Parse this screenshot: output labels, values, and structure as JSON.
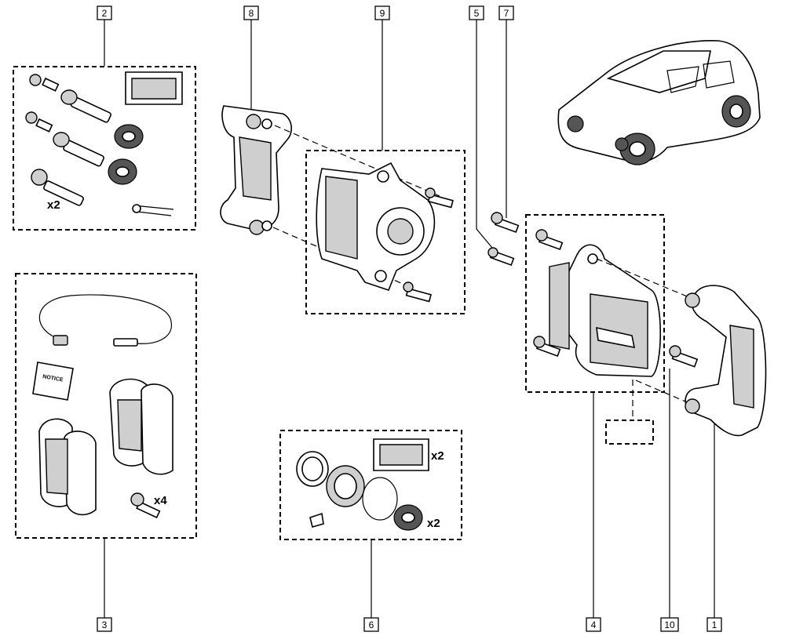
{
  "callouts": [
    {
      "id": "2",
      "label": "2"
    },
    {
      "id": "8",
      "label": "8"
    },
    {
      "id": "9",
      "label": "9"
    },
    {
      "id": "5",
      "label": "5"
    },
    {
      "id": "7",
      "label": "7"
    },
    {
      "id": "3",
      "label": "3"
    },
    {
      "id": "6",
      "label": "6"
    },
    {
      "id": "4",
      "label": "4"
    },
    {
      "id": "10",
      "label": "10"
    },
    {
      "id": "1",
      "label": "1"
    }
  ],
  "quantities": {
    "kit2_guide_pins": "x2",
    "kit3_bolts": "x4",
    "kit6_grease": "x2",
    "kit6_boots": "x2"
  },
  "notice_label": "NOTICE"
}
